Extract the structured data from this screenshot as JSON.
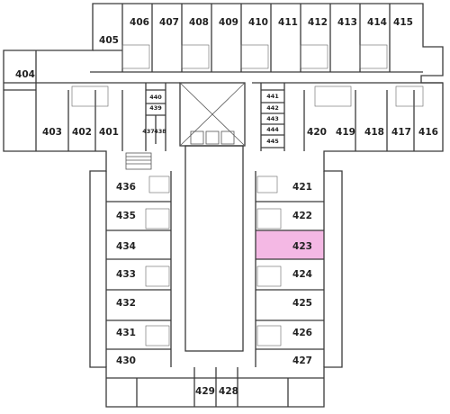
{
  "highlight_color": "#f4b8e4",
  "rooms": [
    {
      "label": "406"
    },
    {
      "label": "407"
    },
    {
      "label": "408"
    },
    {
      "label": "409"
    },
    {
      "label": "410"
    },
    {
      "label": "411"
    },
    {
      "label": "412"
    },
    {
      "label": "413"
    },
    {
      "label": "414"
    },
    {
      "label": "415"
    },
    {
      "label": "405"
    },
    {
      "label": "404"
    },
    {
      "label": "403"
    },
    {
      "label": "402"
    },
    {
      "label": "401"
    },
    {
      "label": "440"
    },
    {
      "label": "439"
    },
    {
      "label": "437"
    },
    {
      "label": "438"
    },
    {
      "label": "441"
    },
    {
      "label": "442"
    },
    {
      "label": "443"
    },
    {
      "label": "444"
    },
    {
      "label": "445"
    },
    {
      "label": "420"
    },
    {
      "label": "419"
    },
    {
      "label": "418"
    },
    {
      "label": "417"
    },
    {
      "label": "416"
    },
    {
      "label": "436"
    },
    {
      "label": "435"
    },
    {
      "label": "434"
    },
    {
      "label": "433"
    },
    {
      "label": "432"
    },
    {
      "label": "431"
    },
    {
      "label": "430"
    },
    {
      "label": "421"
    },
    {
      "label": "422"
    },
    {
      "label": "423",
      "highlighted": true
    },
    {
      "label": "424"
    },
    {
      "label": "425"
    },
    {
      "label": "426"
    },
    {
      "label": "427"
    },
    {
      "label": "429"
    },
    {
      "label": "428"
    }
  ]
}
